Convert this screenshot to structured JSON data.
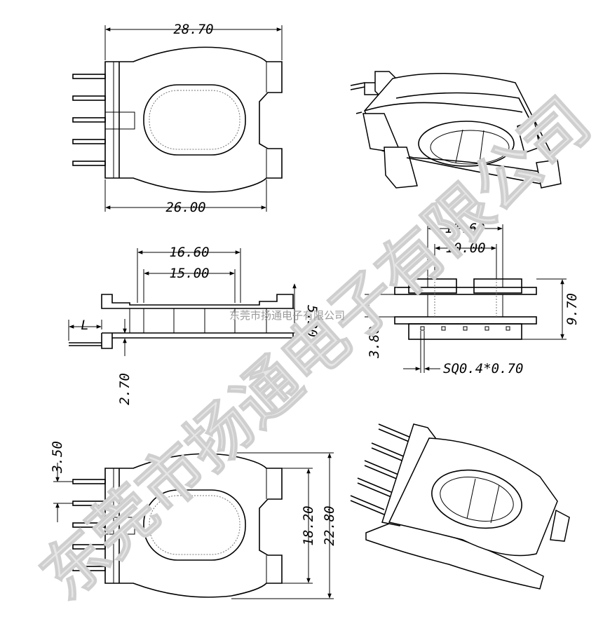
{
  "watermark": {
    "large": "东莞市扬通电子有限公司",
    "small": "东莞市扬通电子有限公司"
  },
  "top_view": {
    "width_top": "28.70",
    "width_bottom": "26.00"
  },
  "side_view": {
    "dim_a": "16.60",
    "dim_b": "15.00",
    "dim_c": "5.30",
    "dim_d": "2.70",
    "dim_l": "L"
  },
  "front_view": {
    "dim_a": "11.60",
    "dim_b": "10.00",
    "dim_c": "9.70",
    "dim_d": "3.80",
    "pin_size": "SQ0.4*0.70"
  },
  "bottom_view": {
    "dim_a": "3.50",
    "dim_b": "18.20",
    "dim_c": "22.80"
  }
}
